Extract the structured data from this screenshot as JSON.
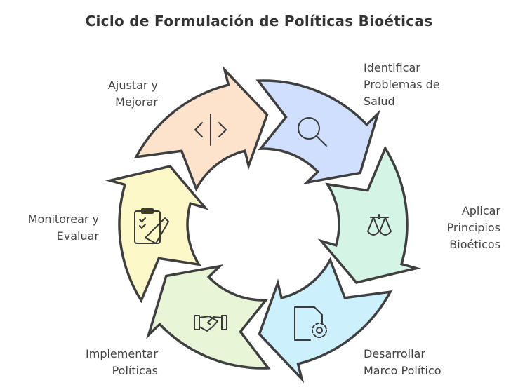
{
  "title": "Ciclo de Formulación de Políticas Bioéticas",
  "steps": [
    {
      "lines": [
        "Identificar",
        "Problemas de",
        "Salud"
      ],
      "icon": "magnifier-icon",
      "color": "#cfdffd"
    },
    {
      "lines": [
        "Aplicar",
        "Principios",
        "Bioéticos"
      ],
      "icon": "scales-icon",
      "color": "#d4f5e6"
    },
    {
      "lines": [
        "Desarrollar",
        "Marco Político"
      ],
      "icon": "document-gear-icon",
      "color": "#cdf0fd"
    },
    {
      "lines": [
        "Implementar",
        "Políticas"
      ],
      "icon": "handshake-icon",
      "color": "#e8f5d6"
    },
    {
      "lines": [
        "Monitorear y",
        "Evaluar"
      ],
      "icon": "clipboard-pencil-icon",
      "color": "#fdf8c8"
    },
    {
      "lines": [
        "Ajustar y",
        "Mejorar"
      ],
      "icon": "code-icon",
      "color": "#fde3cc"
    }
  ]
}
